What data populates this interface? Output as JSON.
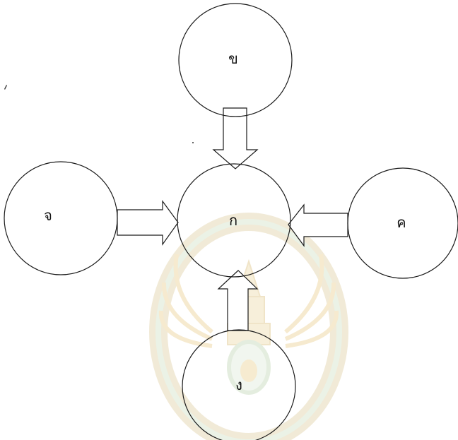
{
  "diagram": {
    "nodes": {
      "center": "ก",
      "top": "ข",
      "right": "ค",
      "bottom": "ง",
      "left": "จ"
    },
    "edges": [
      {
        "from": "ข",
        "to": "ก"
      },
      {
        "from": "ค",
        "to": "ก"
      },
      {
        "from": "ง",
        "to": "ก"
      },
      {
        "from": "จ",
        "to": "ก"
      }
    ],
    "watermark": {
      "kind": "university seal",
      "colors": [
        "#e9d3a6",
        "#d7e6cf",
        "#d9c7e3"
      ]
    }
  }
}
